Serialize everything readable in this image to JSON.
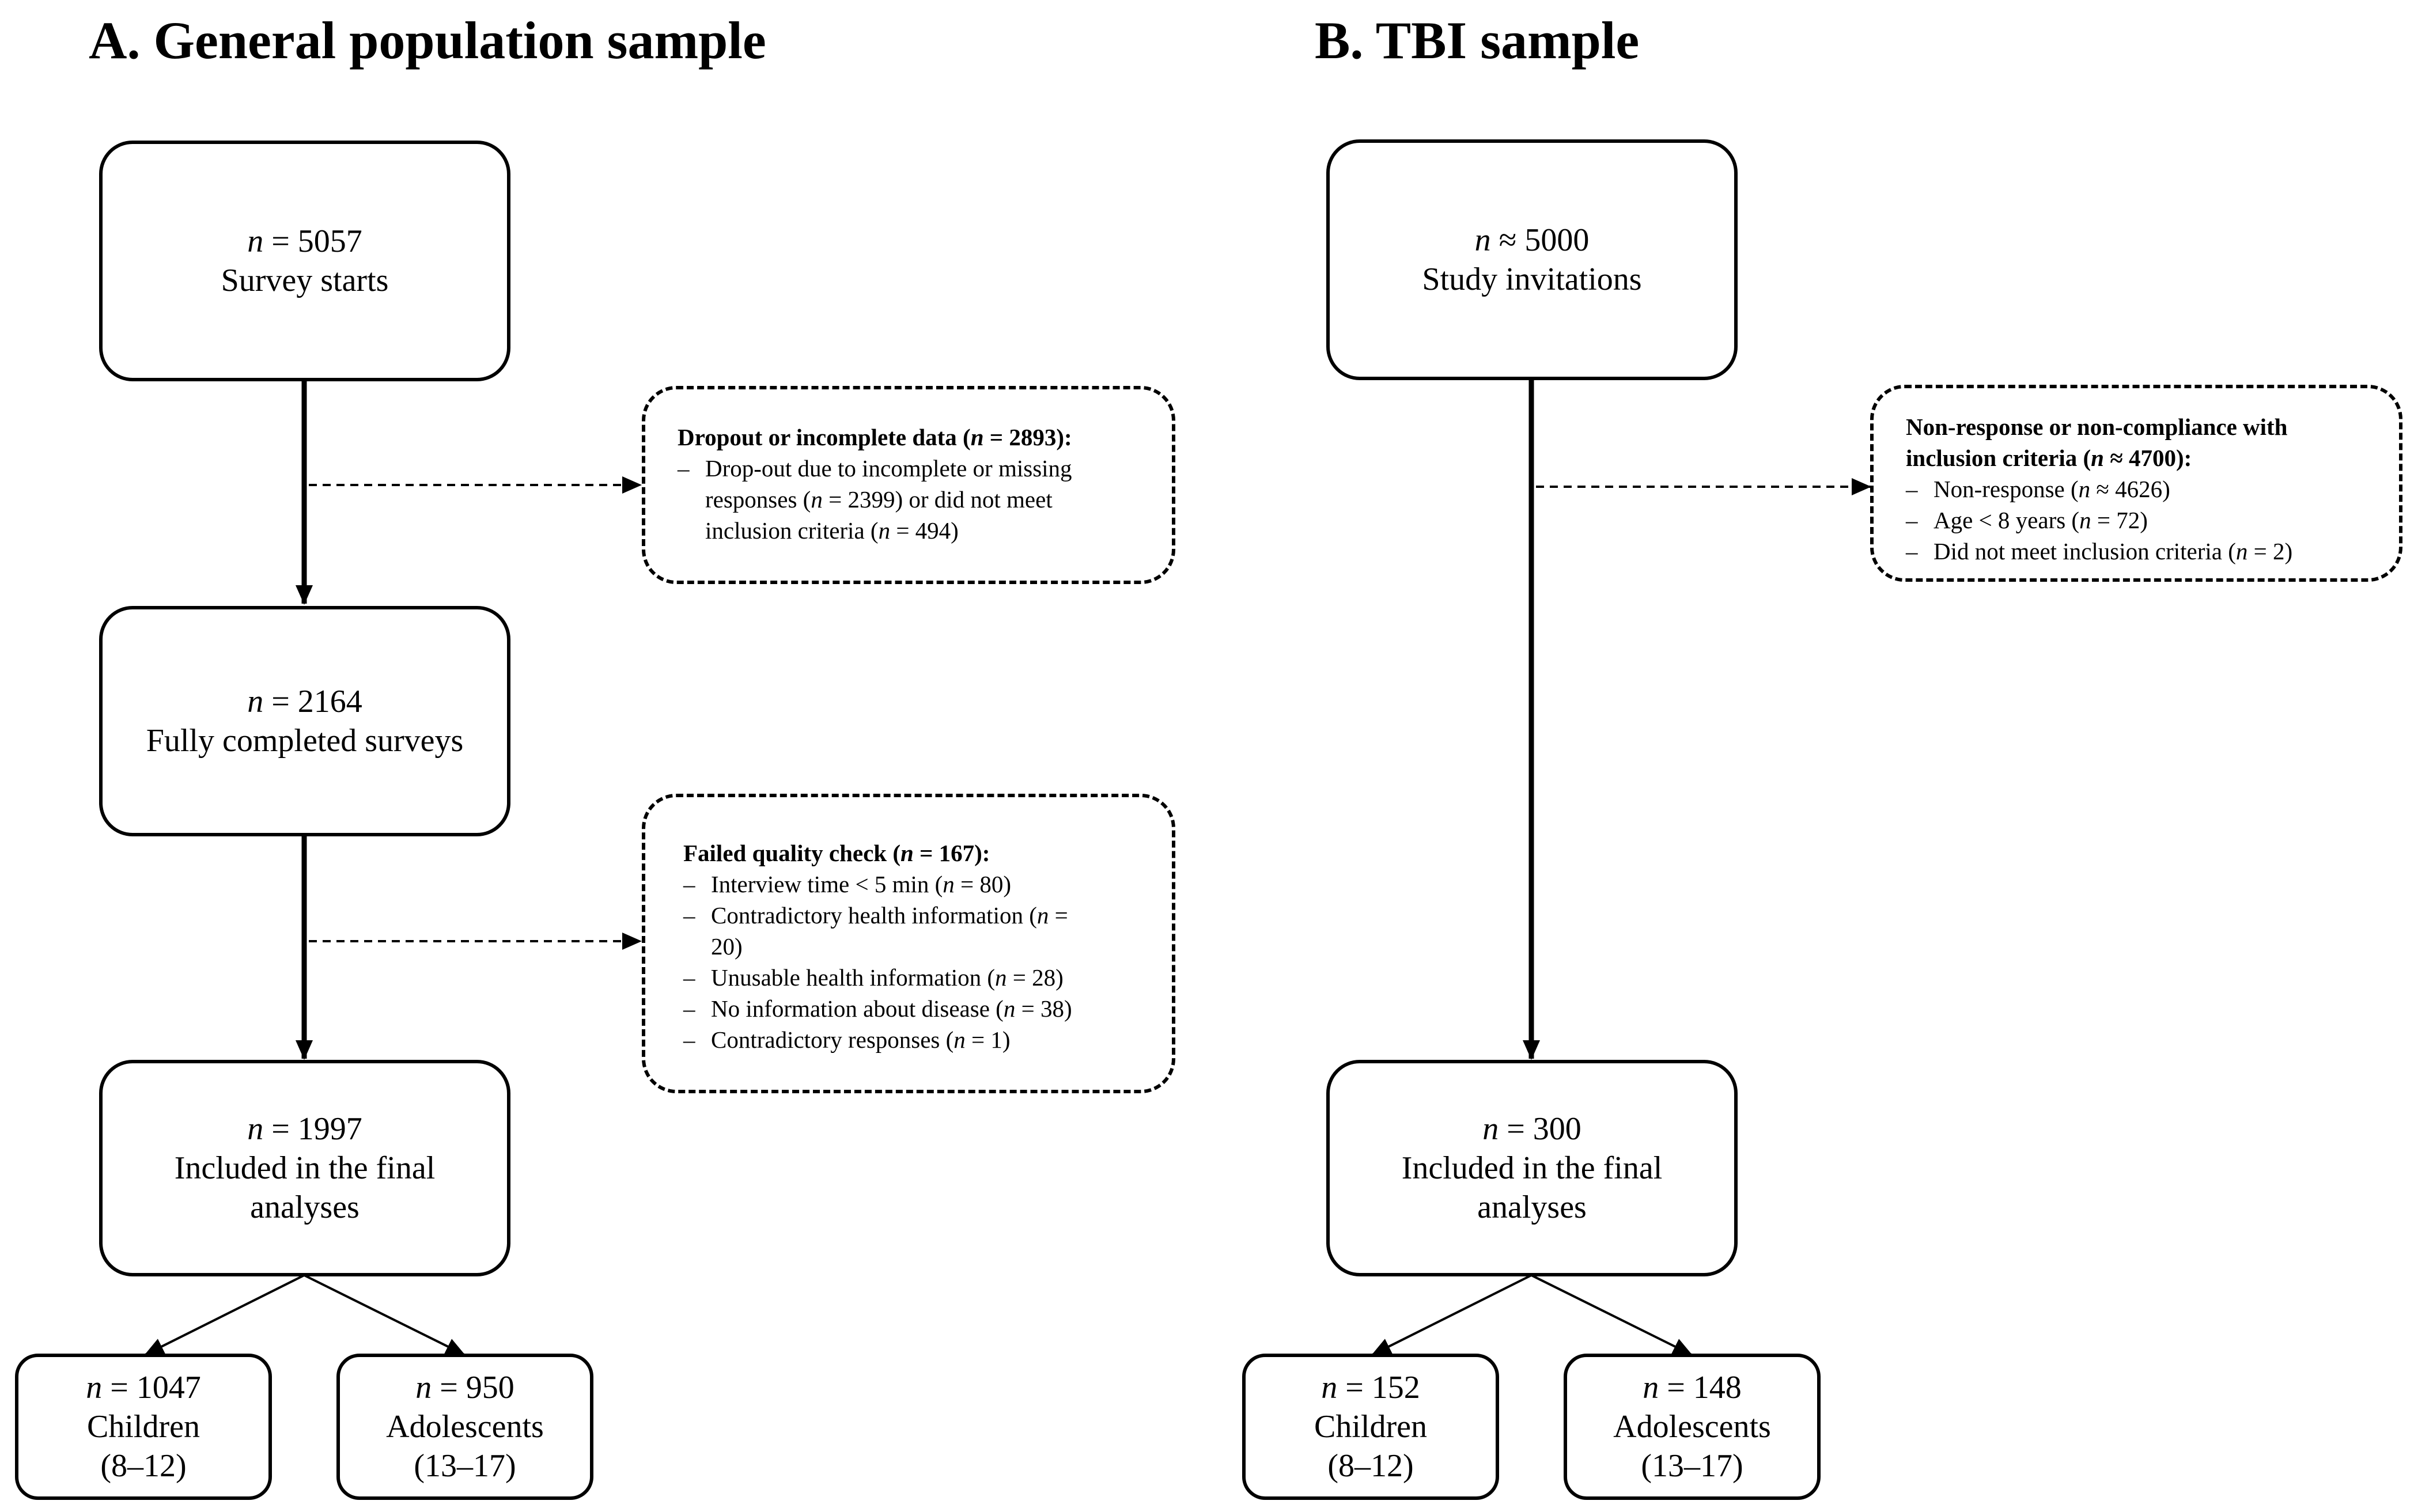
{
  "panels": {
    "a": {
      "heading": "A. General population sample",
      "start": {
        "n": "= 5057",
        "label": "Survey starts"
      },
      "dropout": {
        "title_prefix": "Dropout or incomplete data (",
        "title_n": "= 2893",
        "title_suffix": "):",
        "lines": [
          [
            "Drop-out due to incomplete or missing",
            "responses (",
            "= 2399) or did not meet",
            "inclusion criteria (",
            "= 494)"
          ]
        ]
      },
      "completed": {
        "n": "= 2164",
        "label": "Fully completed surveys"
      },
      "quality": {
        "title_prefix": "Failed quality check (",
        "title_n": "= 167",
        "title_suffix": "):",
        "items": [
          {
            "pre": "Interview time < 5 min (",
            "n": "= 80",
            "post": ")"
          },
          {
            "pre": "Contradictory health information  (",
            "n": "=",
            "post": "",
            "cont": "20)"
          },
          {
            "pre": "Unusable health information (",
            "n": "= 28",
            "post": ")"
          },
          {
            "pre": "No information about disease (",
            "n": "= 38",
            "post": ")"
          },
          {
            "pre": "Contradictory responses (",
            "n": "= 1",
            "post": ")"
          }
        ]
      },
      "final": {
        "n": "= 1997",
        "label1": "Included in the final",
        "label2": "analyses"
      },
      "children": {
        "n": "= 1047",
        "label": "Children",
        "ages": "(8–12)"
      },
      "adolescents": {
        "n": "= 950",
        "label": "Adolescents",
        "ages": "(13–17)"
      }
    },
    "b": {
      "heading": "B. TBI sample",
      "start": {
        "n": "≈ 5000",
        "label": "Study invitations"
      },
      "nonresponse": {
        "title_line1": "Non-response or non-compliance with",
        "title_prefix": "inclusion criteria (",
        "title_n": "≈ 4700",
        "title_suffix": "):",
        "items": [
          {
            "pre": "Non-response (",
            "n": "≈ 4626",
            "post": ")"
          },
          {
            "pre": "Age < 8 years (",
            "n": "= 72",
            "post": ")"
          },
          {
            "pre": "Did not meet inclusion criteria (",
            "n": "= 2",
            "post": ")"
          }
        ]
      },
      "final": {
        "n": "= 300",
        "label1": "Included in the final",
        "label2": "analyses"
      },
      "children": {
        "n": "= 152",
        "label": "Children",
        "ages": "(8–12)"
      },
      "adolescents": {
        "n": "= 148",
        "label": "Adolescents",
        "ages": "(13–17)"
      }
    }
  },
  "symbols": {
    "n": "n",
    "dash": "–"
  }
}
